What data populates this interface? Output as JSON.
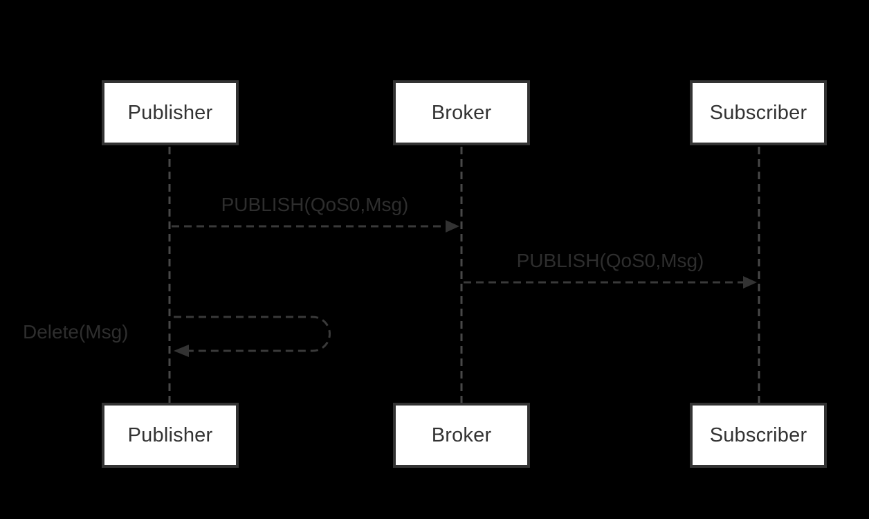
{
  "diagram": {
    "type": "sequence-diagram",
    "actors": [
      {
        "name": "Publisher"
      },
      {
        "name": "Broker"
      },
      {
        "name": "Subscriber"
      }
    ],
    "messages": [
      {
        "from": "Publisher",
        "to": "Broker",
        "label": "PUBLISH(QoS0,Msg)",
        "line_style": "dashed-arrow"
      },
      {
        "from": "Broker",
        "to": "Subscriber",
        "label": "PUBLISH(QoS0,Msg)",
        "line_style": "dashed-arrow"
      },
      {
        "from": "Publisher",
        "to": "Publisher",
        "label": "Delete(Msg)",
        "line_style": "dashed-self-loop"
      }
    ],
    "colors": {
      "background": "#000000",
      "actor_fill": "#ffffff",
      "actor_border": "#333333",
      "actor_text": "#333333",
      "lifeline": "#484848",
      "arrow_line": "#3a3a3a",
      "arrow_head": "#333333",
      "label_text": "#2e2e2e"
    }
  }
}
